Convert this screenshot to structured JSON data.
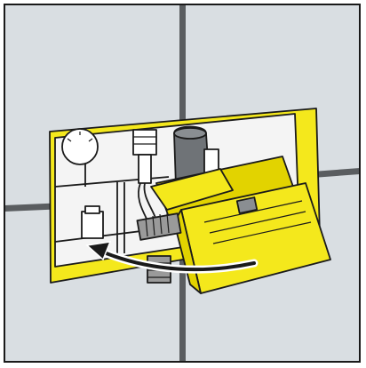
{
  "illustration": {
    "colors": {
      "tile": "#d9dee2",
      "grout": "#5a5d60",
      "frame": "#ffffff",
      "outline": "#1a1a1a",
      "yellow": "#f4e81c",
      "yellow_shade": "#e2d300",
      "cavity": "#f4f4f4",
      "gray_part": "#6f7377",
      "thread": "#9a9a9a"
    },
    "icons": [
      "installation-cavity",
      "flush-valve-module",
      "rotation-arrow"
    ]
  }
}
